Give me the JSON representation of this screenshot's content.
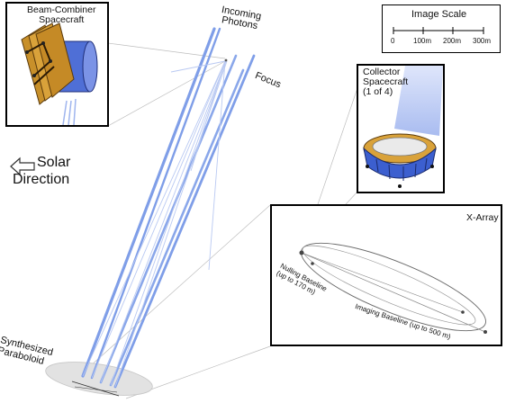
{
  "labels": {
    "beam_combiner": [
      "Beam-Combiner",
      "Spacecraft"
    ],
    "incoming_photons": [
      "Incoming",
      "Photons"
    ],
    "focus": "Focus",
    "solar_direction": [
      "Solar",
      "Direction"
    ],
    "collector": [
      "Collector",
      "Spacecraft",
      "(1 of 4)"
    ],
    "x_array": "X-Array",
    "nulling_baseline": [
      "Nulling Baseline",
      "(up to 170 m)"
    ],
    "imaging_baseline": "Imaging Baseline (up to 500 m)",
    "synthesized_paraboloid": [
      "Synthesized",
      "Paraboloid"
    ]
  },
  "image_scale": {
    "title": "Image Scale",
    "ticks": [
      "0",
      "100m",
      "200m",
      "300m"
    ]
  },
  "colors": {
    "beam": "#7f9ee8",
    "beam_light": "#b9c9f2",
    "panel_border": "#000000",
    "gold": "#c8902a",
    "sc_blue": "#3c5fcf"
  },
  "icons": {
    "solar_arrow": "left-arrow-icon"
  }
}
